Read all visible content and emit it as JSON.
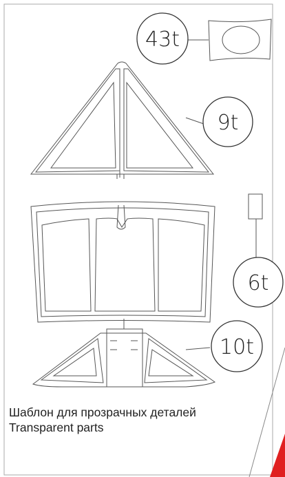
{
  "callouts": {
    "part_43t": "43t",
    "part_9t": "9t",
    "part_6t": "6t",
    "part_10t": "10t"
  },
  "caption": {
    "line_ru": "Шаблон для прозрачных деталей",
    "line_en": "Transparent parts"
  },
  "colors": {
    "outline": "#555555",
    "accent_red": "#e02020",
    "border": "#999999"
  }
}
